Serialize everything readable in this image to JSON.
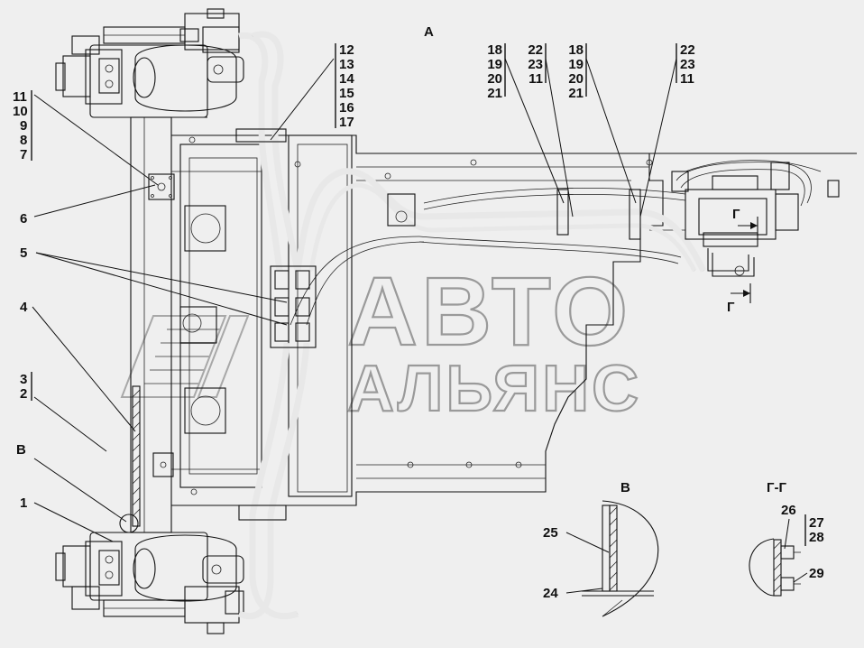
{
  "view_labels": {
    "view_a": "А",
    "view_v": "В",
    "section_g": "Г-Г",
    "arrow_g_top": "Г",
    "arrow_g_bottom": "Г",
    "leader_v": "В"
  },
  "watermark": {
    "line1": "АВТО",
    "line2": "АЛЬЯНС"
  },
  "callouts": {
    "left_stack_top": [
      "11",
      "10",
      "9",
      "8",
      "7"
    ],
    "c6": "6",
    "c5": "5",
    "c4": "4",
    "left_stack_mid": [
      "3",
      "2"
    ],
    "c1": "1",
    "top_stack_12_17": [
      "12",
      "13",
      "14",
      "15",
      "16",
      "17"
    ],
    "stack_a1": [
      "18",
      "19",
      "20",
      "21"
    ],
    "stack_a2": [
      "22",
      "23",
      "11"
    ],
    "stack_a3": [
      "18",
      "19",
      "20",
      "21"
    ],
    "stack_a4": [
      "22",
      "23",
      "11"
    ],
    "c25": "25",
    "c24": "24",
    "c26": "26",
    "stack_27_28": [
      "27",
      "28"
    ],
    "c29": "29"
  }
}
